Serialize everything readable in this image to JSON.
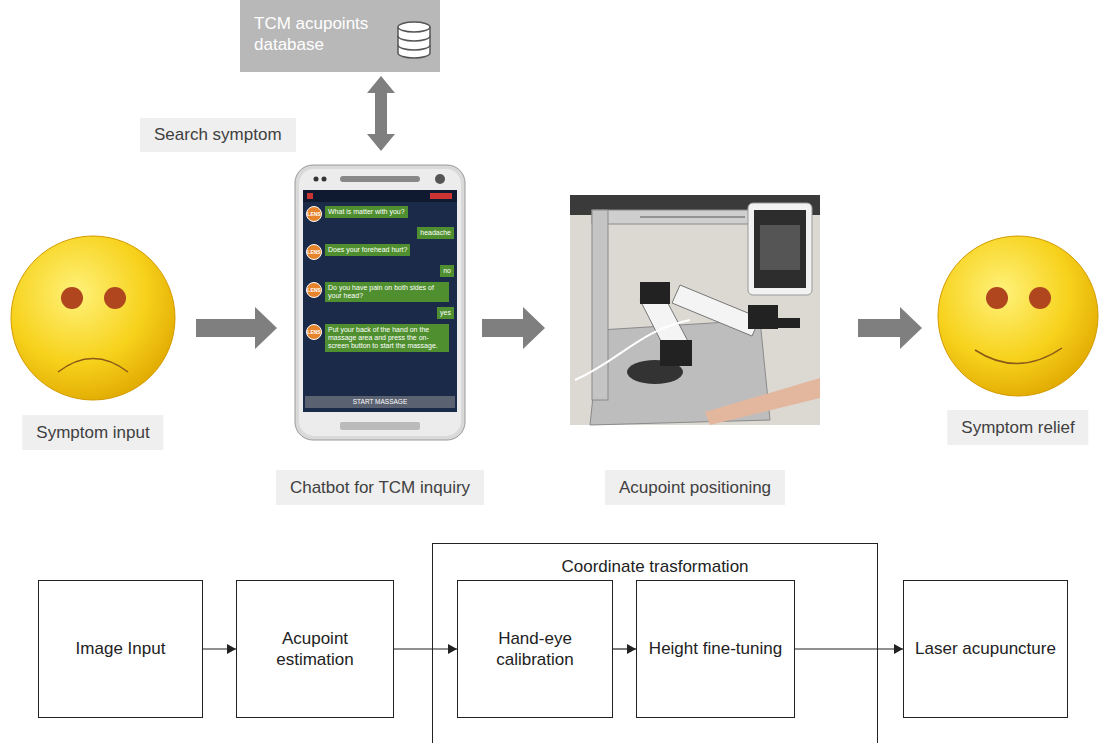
{
  "diagram": {
    "nodes": [
      {
        "text": [
          "TCM acupoints database"
        ]
      },
      {
        "text": [
          "Symptom input"
        ]
      },
      {
        "text": [
          "Chatbot for TCM inquiry"
        ]
      },
      {
        "text": [
          "Acupoint positioning"
        ]
      },
      {
        "text": [
          "Symptom relief"
        ]
      },
      {
        "text": [
          "Image Input"
        ]
      },
      {
        "text": [
          "Acupoint estimation"
        ]
      },
      {
        "text": [
          "Coordinate trasformation"
        ]
      },
      {
        "text": [
          "Hand-eye calibration"
        ],
        "in": 7
      },
      {
        "text": [
          "Height fine-tuning"
        ],
        "in": 7
      },
      {
        "text": [
          "Laser acupuncture"
        ]
      }
    ],
    "edges": [
      {
        "from": 0,
        "to": 2,
        "label": "Search symptom",
        "arrow": "both"
      },
      {
        "from": 1,
        "to": 2,
        "arrow": "to"
      },
      {
        "from": 2,
        "to": 3,
        "arrow": "to"
      },
      {
        "from": 3,
        "to": 4,
        "arrow": "to"
      },
      {
        "from": 5,
        "to": 6,
        "arrow": "to"
      },
      {
        "from": 6,
        "to": 8,
        "arrow": "to"
      },
      {
        "from": 8,
        "to": 9,
        "arrow": "to"
      },
      {
        "from": 9,
        "to": 10,
        "arrow": "to"
      }
    ],
    "labels": [
      "LENS",
      "What is matter with you?",
      "headache",
      "LENS",
      "Does your forehead hurt?",
      "no",
      "LENS",
      "Do you have pain on both sides of your head?",
      "yes",
      "LENS",
      "Put your back of the hand on the massage area and press the on-screen button to start the massage.",
      "START MASSAGE"
    ]
  }
}
